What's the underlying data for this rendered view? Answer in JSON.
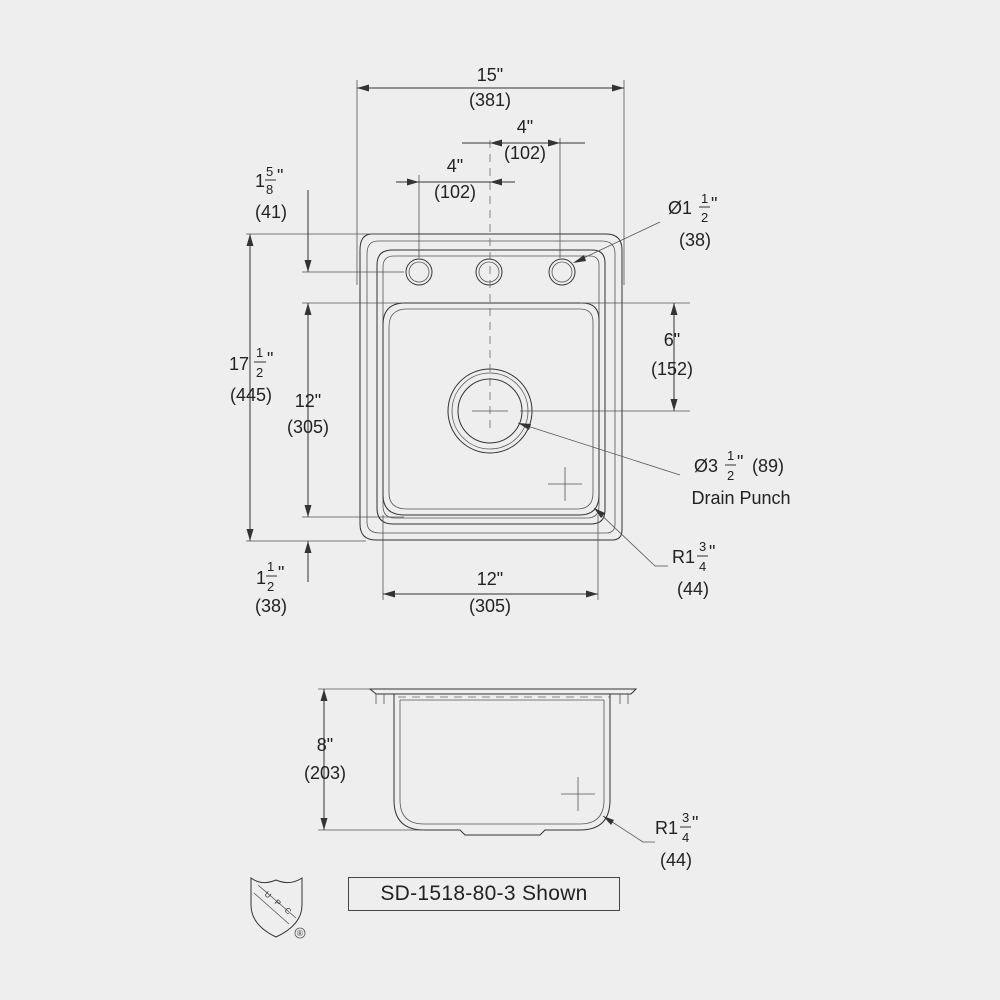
{
  "dimensions": {
    "overall_width": {
      "imperial": "15\"",
      "metric": "(381)"
    },
    "faucet_spacing_right": {
      "imperial": "4\"",
      "metric": "(102)"
    },
    "faucet_spacing_left": {
      "imperial": "4\"",
      "metric": "(102)"
    },
    "hole_setback": {
      "whole": "1",
      "num": "5",
      "den": "8",
      "metric": "(41)"
    },
    "hole_diameter": {
      "prefix": "Ø1",
      "num": "1",
      "den": "2",
      "metric": "(38)"
    },
    "overall_length": {
      "whole": "17",
      "num": "1",
      "den": "2",
      "metric": "(445)"
    },
    "bowl_length": {
      "imperial": "12\"",
      "metric": "(305)"
    },
    "drain_offset": {
      "imperial": "6\"",
      "metric": "(152)"
    },
    "drain": {
      "prefix": "Ø3",
      "num": "1",
      "den": "2",
      "metric": "(89)",
      "label": "Drain Punch"
    },
    "corner_radius": {
      "prefix": "R1",
      "num": "3",
      "den": "4",
      "metric": "(44)"
    },
    "front_ledge": {
      "whole": "1",
      "num": "1",
      "den": "2",
      "metric": "(38)"
    },
    "bowl_width": {
      "imperial": "12\"",
      "metric": "(305)"
    },
    "depth": {
      "imperial": "8\"",
      "metric": "(203)"
    },
    "side_corner_radius": {
      "prefix": "R1",
      "num": "3",
      "den": "4",
      "metric": "(44)"
    }
  },
  "logo": {
    "letters": [
      "U",
      "P",
      "C"
    ],
    "mark": "®"
  },
  "caption": "SD-1518-80-3 Shown"
}
